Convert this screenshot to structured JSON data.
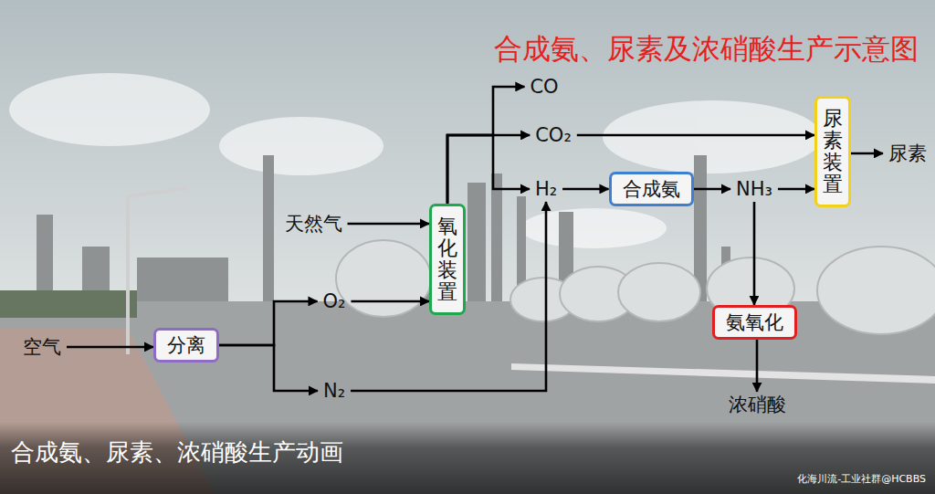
{
  "diagram": {
    "title": "合成氨、尿素及浓硝酸生产示意图",
    "caption": "合成氨、尿素、浓硝酸生产动画",
    "nodes": [
      {
        "text": [
          "空气"
        ]
      },
      {
        "text": [
          "分离"
        ]
      },
      {
        "text": [
          "O₂"
        ]
      },
      {
        "text": [
          "N₂"
        ]
      },
      {
        "text": [
          "天然气"
        ]
      },
      {
        "text": [
          "氧化装置"
        ]
      },
      {
        "text": [
          "CO"
        ]
      },
      {
        "text": [
          "CO₂"
        ]
      },
      {
        "text": [
          "H₂"
        ]
      },
      {
        "text": [
          "合成氨"
        ]
      },
      {
        "text": [
          "NH₃"
        ]
      },
      {
        "text": [
          "尿素装置"
        ]
      },
      {
        "text": [
          "尿素"
        ]
      },
      {
        "text": [
          "氨氧化"
        ]
      },
      {
        "text": [
          "浓硝酸"
        ]
      }
    ],
    "edges": [
      {
        "from": 0,
        "to": 1,
        "arrow": "to"
      },
      {
        "from": 1,
        "to": 2,
        "arrow": "to"
      },
      {
        "from": 1,
        "to": 3,
        "arrow": "to"
      },
      {
        "from": 4,
        "to": 5,
        "arrow": "to"
      },
      {
        "from": 2,
        "to": 5,
        "arrow": "to"
      },
      {
        "from": 5,
        "to": 6,
        "arrow": "to"
      },
      {
        "from": 5,
        "to": 7,
        "arrow": "to"
      },
      {
        "from": 5,
        "to": 8,
        "arrow": "to"
      },
      {
        "from": 3,
        "to": 8,
        "arrow": "to"
      },
      {
        "from": 8,
        "to": 9,
        "arrow": "to"
      },
      {
        "from": 9,
        "to": 10,
        "arrow": "to"
      },
      {
        "from": 10,
        "to": 11,
        "arrow": "to"
      },
      {
        "from": 7,
        "to": 11,
        "arrow": "to"
      },
      {
        "from": 11,
        "to": 12,
        "arrow": "to"
      },
      {
        "from": 10,
        "to": 13,
        "arrow": "to"
      },
      {
        "from": 13,
        "to": 14,
        "arrow": "to"
      }
    ],
    "labels": [
      "化海川流-工业社群@HCBBS"
    ]
  }
}
